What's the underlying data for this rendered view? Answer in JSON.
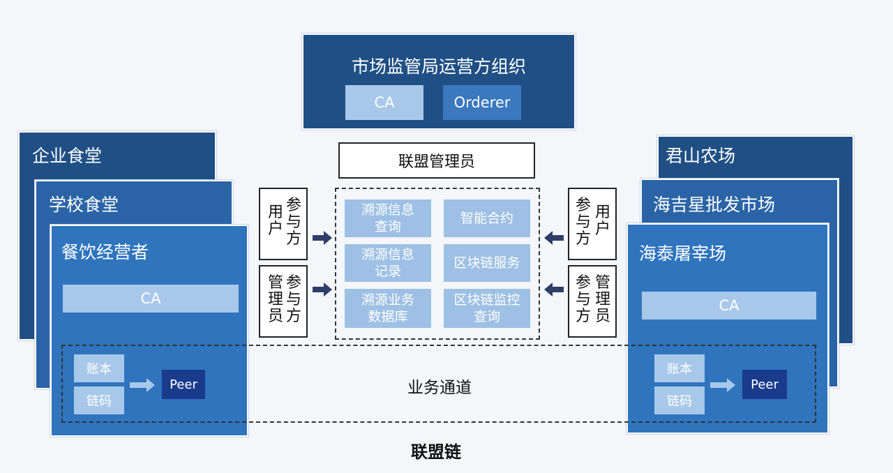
{
  "regulator": {
    "title": "市场监管局运营方组织",
    "ca": "CA",
    "orderer": "Orderer"
  },
  "admin": "联盟管理员",
  "left_orgs": {
    "back": "企业食堂",
    "middle": "学校食堂",
    "front": "餐饮经营者",
    "ca": "CA",
    "ledger": "账本",
    "chaincode": "链码",
    "peer": "Peer"
  },
  "right_orgs": {
    "back": "君山农场",
    "middle": "海吉星批发市场",
    "front": "海泰屠宰场",
    "ca": "CA",
    "ledger": "账本",
    "chaincode": "链码",
    "peer": "Peer"
  },
  "participants": {
    "user_label": [
      "用户",
      "参与方"
    ],
    "admin_label": [
      "管理员",
      "参与方"
    ]
  },
  "services": [
    [
      "溯源信息",
      "查询"
    ],
    [
      "智能合约"
    ],
    [
      "溯源信息",
      "记录"
    ],
    [
      "区块链服务"
    ],
    [
      "溯源业务",
      "数据库"
    ],
    [
      "区块链监控",
      "查询"
    ]
  ],
  "channel": "业务通道",
  "footer": "联盟链",
  "colors": {
    "navy": "#1f4f84",
    "blue": "#2f74bd",
    "light": "#a8c8ea",
    "peer": "#1a3a8c"
  }
}
